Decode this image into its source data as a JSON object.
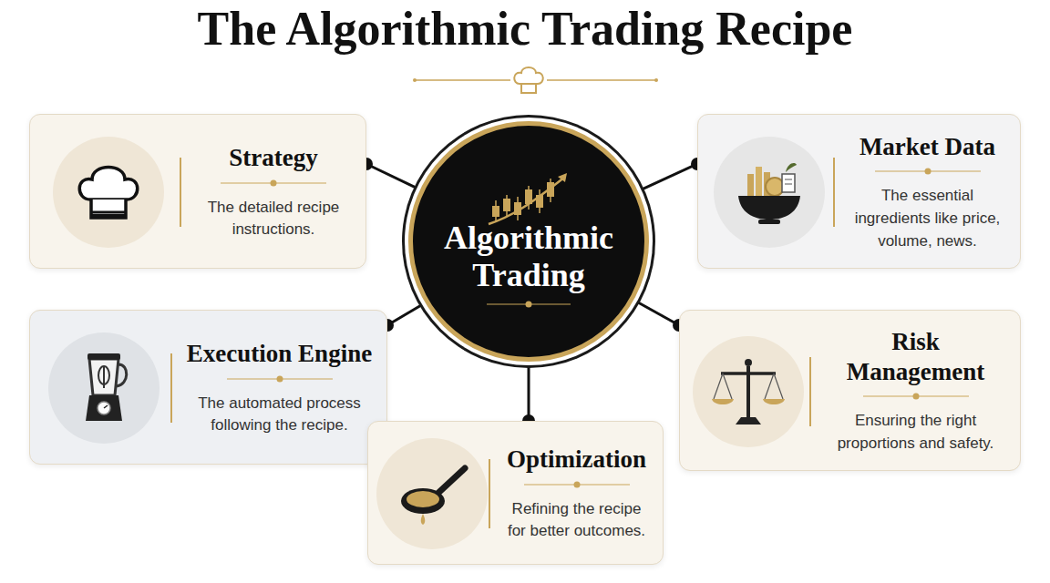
{
  "diagram": {
    "title": "The Algorithmic Trading Recipe",
    "nodes": [
      {
        "text": [
          "Strategy",
          "The detailed recipe instructions."
        ]
      },
      {
        "text": [
          "Algorithmic Trading"
        ]
      },
      {
        "text": [
          "Market Data",
          "The essential ingredients like price, volume, news."
        ]
      },
      {
        "text": [
          "Execution Engine",
          "The automated process following the recipe."
        ]
      },
      {
        "text": [
          "Risk Management",
          "Ensuring the right proportions and safety."
        ]
      },
      {
        "text": [
          "Optimization",
          "Refining the recipe for better outcomes."
        ]
      }
    ],
    "edges": [
      {
        "from": 1,
        "to": 0,
        "arrow": "none"
      },
      {
        "from": 1,
        "to": 2,
        "arrow": "none"
      },
      {
        "from": 1,
        "to": 3,
        "arrow": "none"
      },
      {
        "from": 1,
        "to": 4,
        "arrow": "none"
      },
      {
        "from": 1,
        "to": 5,
        "arrow": "none"
      }
    ]
  }
}
